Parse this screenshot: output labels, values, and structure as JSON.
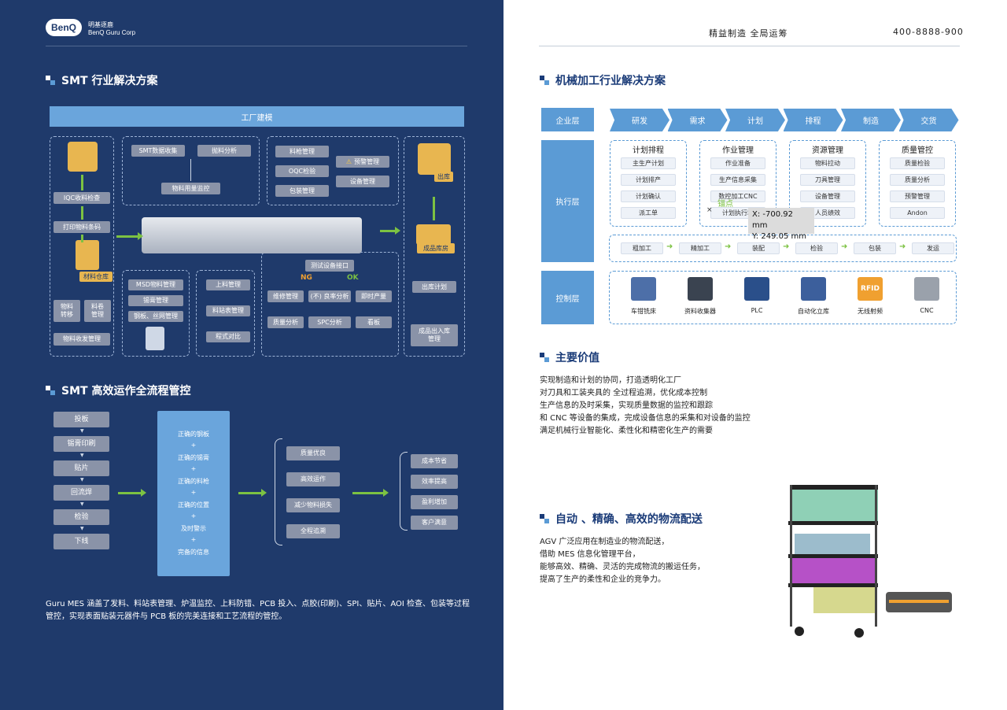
{
  "left": {
    "logo": {
      "text": "BenQ",
      "company_cn": "明基逐鹿",
      "company_en": "BenQ Guru Corp"
    },
    "smt_title": "SMT 行业解决方案",
    "factory_model": "工厂建模",
    "diagram": {
      "iqc": "IQC收料检查",
      "print_label": "打印物料条码",
      "material_warehouse": "材料仓库",
      "material_transfer": "物料\n转移",
      "reel_mgmt": "料卷\n管理",
      "material_recv": "物料收发管理",
      "smt_collect": "SMT数据收集",
      "throw_analysis": "抛料分析",
      "material_usage": "物料用量监控",
      "gun_mgmt": "料枪管理",
      "oqc": "OQC检验",
      "packing": "包装管理",
      "alarm": "预警管理",
      "equipment": "设备管理",
      "shipping": "出库",
      "finished_warehouse": "成品库房",
      "shipping_plan": "出库计划",
      "finished_io": "成品出入库\n管理",
      "msd": "MSD物料管理",
      "solder": "锡膏管理",
      "stencil": "钢板、丝网管理",
      "feeding": "上料管理",
      "station_table": "料站表管理",
      "program_compare": "程式对比",
      "test_interface": "测试设备接口",
      "ng": "NG",
      "ok": "OK",
      "repair": "维修管理",
      "defect_analysis": "(不) 良率分析",
      "realtime_output": "即时产量",
      "quality_analysis": "质量分析",
      "spc": "SPC分析",
      "kanban": "看板"
    },
    "flow_title": "SMT 高效运作全流程管控",
    "flow_steps": [
      "投板",
      "锡膏印刷",
      "贴片",
      "回流焊",
      "检验",
      "下线"
    ],
    "correct_items": [
      "正确的钢板",
      "+",
      "正确的锡膏",
      "+",
      "正确的料枪",
      "+",
      "正确的位置",
      "+",
      "及时警示",
      "+",
      "完备的信息"
    ],
    "results": [
      "质量优良",
      "高效运作",
      "减少物料损失",
      "全程追溯"
    ],
    "benefits": [
      "成本节省",
      "效率提高",
      "盈利增加",
      "客户满意"
    ],
    "desc": "Guru MES 涵盖了发料、料站表管理、炉温监控、上料防错、PCB 投入、点胶(印刷)、SPI、贴片、AOI 检查、包装等过程管控，实现表面贴装元器件与 PCB 板的完美连接和工艺流程的管控。"
  },
  "right": {
    "slogan": "精益制造 全局运筹",
    "phone": "400-8888-900",
    "mech_title": "机械加工行业解决方案",
    "layers": {
      "enterprise": "企业层",
      "execution": "执行层",
      "control": "控制层"
    },
    "enterprise_steps": [
      "研发",
      "需求",
      "计划",
      "排程",
      "制造",
      "交货"
    ],
    "exec_groups": [
      {
        "title": "计划排程",
        "items": [
          "主生产计划",
          "计划排产",
          "计划确认",
          "派工单"
        ]
      },
      {
        "title": "作业管理",
        "items": [
          "作业准备",
          "生产信息采集",
          "数控加工CNC",
          "计划执行和"
        ]
      },
      {
        "title": "资源管理",
        "items": [
          "物料拉动",
          "刀具管理",
          "设备管理",
          "人员绩效"
        ]
      },
      {
        "title": "质量管控",
        "items": [
          "质量检验",
          "质量分析",
          "预警管理",
          "Andon"
        ]
      }
    ],
    "process_steps": [
      "粗加工",
      "精加工",
      "装配",
      "检验",
      "包装",
      "发运"
    ],
    "control_items": [
      "车钳铣床",
      "资料收集器",
      "PLC",
      "自动化立库",
      "无线射频",
      "CNC"
    ],
    "tooltip": {
      "anchor_label": "锚点",
      "x": "X: -700.92 mm",
      "y": "Y: 249.05 mm"
    },
    "value_title": "主要价值",
    "values": [
      "实现制造和计划的协同，打造透明化工厂",
      "对刀具和工装夹具的 全过程追溯，优化成本控制",
      "生产信息的及时采集，实现质量数据的监控和跟踪",
      "和 CNC 等设备的集成，完成设备信息的采集和对设备的监控",
      "满足机械行业智能化、柔性化和精密化生产的需要"
    ],
    "agv_title": "自动 、精确、高效的物流配送",
    "agv_lines": [
      "AGV 广泛应用在制造业的物流配送，",
      "借助 MES 信息化管理平台，",
      "能够高效、精确、灵活的完成物流的搬运任务，",
      "提高了生产的柔性和企业的竞争力。"
    ],
    "rfid_label": "RFID"
  },
  "colors": {
    "left_bg": "#1f3a6b",
    "accent_blue": "#5b9bd5",
    "green": "#7cc242",
    "orange": "#f0a030"
  }
}
